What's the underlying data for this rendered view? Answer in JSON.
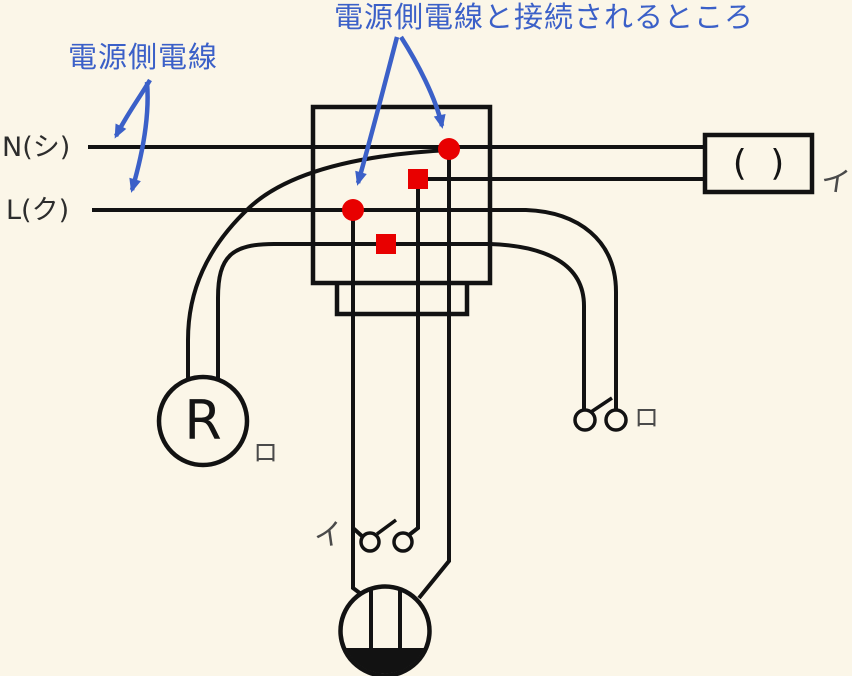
{
  "annotations": {
    "power_side_wire": "電源側電線",
    "power_side_connection": "電源側電線と接続されるところ"
  },
  "power_lines": {
    "neutral": "N(シ)",
    "live": "L(ク)"
  },
  "devices": {
    "blank_device": {
      "symbol": "( )",
      "circuit_label": "イ"
    },
    "lamp_receptacle": {
      "symbol": "R",
      "circuit_label": "ロ"
    },
    "switch_ro": {
      "circuit_label": "ロ"
    },
    "switch_i": {
      "circuit_label": "イ"
    }
  },
  "connection_markers": {
    "dot_count": 2,
    "square_count": 2,
    "marker_color": "#E80000"
  },
  "colors": {
    "background": "#FBF6E8",
    "wire": "#121212",
    "annotation_blue": "#3B60C8",
    "marker_red": "#E80000",
    "label_gray": "#4A4A4A"
  }
}
